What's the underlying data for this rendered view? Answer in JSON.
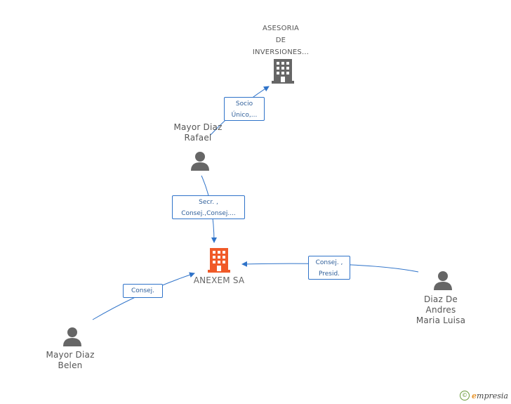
{
  "nodes": {
    "asesoria": {
      "label_lines": [
        "ASESORIA",
        "DE",
        "INVERSIONES..."
      ],
      "type": "company",
      "color": "#666666"
    },
    "rafael": {
      "label_lines": [
        "Mayor Diaz",
        "Rafael"
      ],
      "type": "person"
    },
    "anexem": {
      "label": "ANEXEM SA",
      "type": "company",
      "color": "#f05a28"
    },
    "belen": {
      "label_lines": [
        "Mayor Diaz",
        "Belen"
      ],
      "type": "person"
    },
    "maria": {
      "label_lines": [
        "Diaz De",
        "Andres",
        "Maria Luisa"
      ],
      "type": "person"
    }
  },
  "edges": {
    "rafael_asesoria": {
      "label_lines": [
        "Socio",
        "Único,..."
      ]
    },
    "rafael_anexem": {
      "label_lines": [
        "Secr. ,",
        "Consej.,Consej...."
      ]
    },
    "belen_anexem": {
      "label_lines": [
        "Consej."
      ]
    },
    "maria_anexem": {
      "label_lines": [
        "Consej. ,",
        "Presid."
      ]
    }
  },
  "colors": {
    "edge": "#2f73c9",
    "person": "#666666"
  },
  "footer": {
    "copyright_symbol": "©",
    "brand_initial": "e",
    "brand_rest": "mpresia"
  }
}
